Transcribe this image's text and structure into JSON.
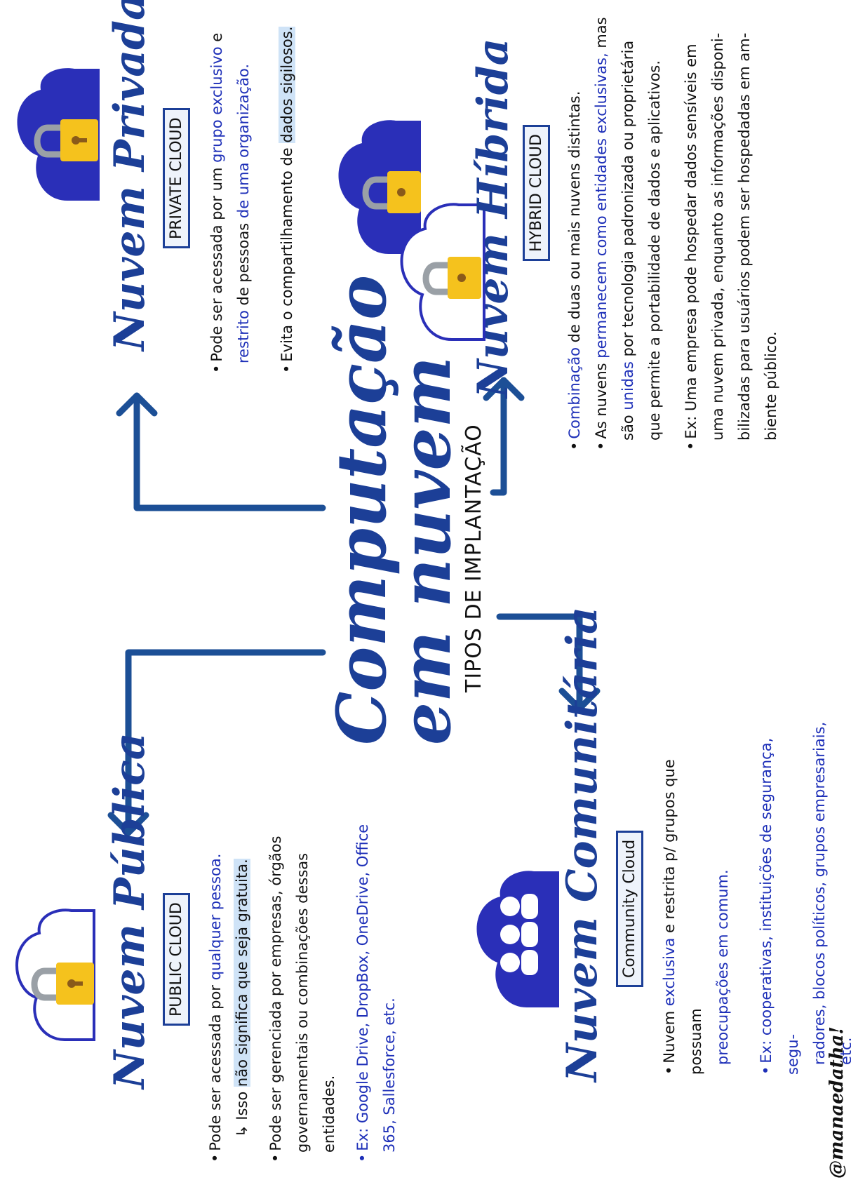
{
  "center": {
    "title_line1": "Computação",
    "title_line2": "em nuvem",
    "subtitle": "TIPOS DE IMPLANTAÇÃO"
  },
  "public": {
    "title": "Nuvem Pública",
    "tag": "PUBLIC CLOUD",
    "b1_pre": "Pode ser acessada por ",
    "b1_hl": "qualquer pessoa.",
    "b1_sub_pre": "Isso ",
    "b1_sub_hl": "não significa que seja gratuita.",
    "b2_l1": "Pode ser gerenciada por empresas, órgãos",
    "b2_l2": "governamentais ou combinações dessas",
    "b2_l3": "entidades.",
    "ex_l1": "Ex: Google Drive, DropBox, OneDrive, Office",
    "ex_l2": "365, Sallesforce, etc."
  },
  "private": {
    "title": "Nuvem Privada",
    "tag": "PRIVATE CLOUD",
    "b1_l1_pre": "Pode ser acessada por um ",
    "b1_l1_hl": "grupo exclusivo",
    "b1_l1_post": " e",
    "b1_l2_hl1": "restrito",
    "b1_l2_mid": " de pessoas ",
    "b1_l2_hl2": "de uma organização.",
    "b2_pre": "Evita o compartilhamento de ",
    "b2_hl": "dados sigilosos."
  },
  "community": {
    "title": "Nuvem Comunitária",
    "tag": "Community Cloud",
    "b1_l1_pre": "Nuvem ",
    "b1_l1_hl": "exclusiva",
    "b1_l1_post": " e restrita p/ grupos que possuam",
    "b1_l2": "preocupações em comum.",
    "ex_l1": "Ex: cooperativas, instituições de segurança, segu-",
    "ex_l2": "radores, blocos políticos, grupos empresariais, etc."
  },
  "hybrid": {
    "title": "Nuvem Híbrida",
    "tag": "HYBRID CLOUD",
    "b1_hl": "Combinação",
    "b1_post": " de duas ou mais nuvens distintas.",
    "b2_l1_pre": "As nuvens ",
    "b2_l1_hl": "permanecem como entidades exclusivas,",
    "b2_l1_post": " mas",
    "b2_l2_pre": "são ",
    "b2_l2_hl": "unidas",
    "b2_l2_post": " por tecnologia padronizada ou proprietária",
    "b2_l3": "que permite a portabilidade de dados e aplicativos.",
    "ex_l1": "Ex: Uma empresa pode hospedar dados sensíveis em",
    "ex_l2": "uma nuvem privada, enquanto as informações disponi-",
    "ex_l3": "bilizadas para usuários podem ser hospedadas em am-",
    "ex_l4": "biente público."
  },
  "credit": "@manaedatha!",
  "colors": {
    "primary": "#1c3f97",
    "cloud_fill": "#2a2fb8",
    "lock_gold": "#f5c21d",
    "highlight": "#cfe3f7"
  }
}
